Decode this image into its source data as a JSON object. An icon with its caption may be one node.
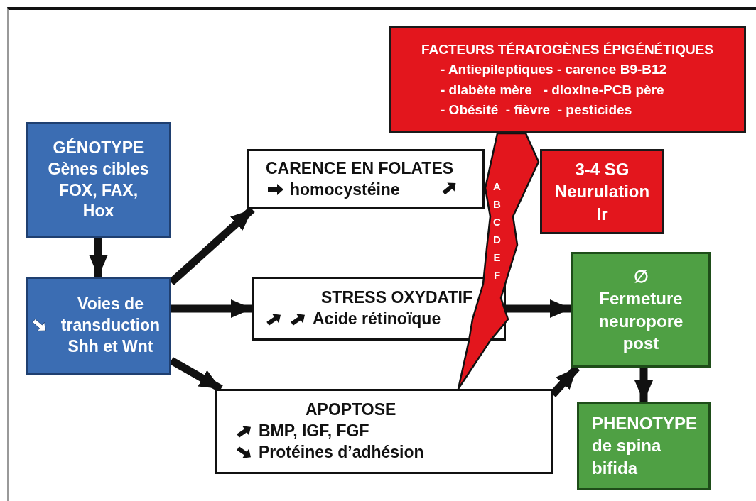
{
  "diagram": {
    "nodes": [
      {
        "text": [
          "FACTEURS TÉRATOGÈNES ÉPIGÉNÉTIQUES",
          "- Antiepileptiques - carence B9-B12",
          "- diabète mère   - dioxine-PCB père",
          "- Obésité  - fièvre  - pesticides"
        ]
      },
      {
        "text": [
          "GÉNOTYPE",
          "Gènes cibles FOX, FAX, Hox"
        ]
      },
      {
        "text": [
          "CARENCE EN FOLATES",
          "homocystéine"
        ]
      },
      {
        "text": [
          "3-4 SG Neurulation Ir"
        ]
      },
      {
        "text": [
          "A B C D E F"
        ]
      },
      {
        "text": [
          "Voies de transduction Shh et Wnt"
        ]
      },
      {
        "text": [
          "STRESS OXYDATIF",
          "Acide rétinoïque"
        ]
      },
      {
        "text": [
          "∅",
          "Fermeture neuropore post"
        ]
      },
      {
        "text": [
          "APOPTOSE",
          "BMP, IGF, FGF",
          "Protéines d’adhésion"
        ]
      },
      {
        "text": [
          "PHENOTYPE",
          "de spina bifida"
        ]
      }
    ],
    "edges": [
      {
        "from": 1,
        "to": 5,
        "arrow": "to"
      },
      {
        "from": 5,
        "to": 2,
        "arrow": "to"
      },
      {
        "from": 5,
        "to": 6,
        "arrow": "to"
      },
      {
        "from": 5,
        "to": 8,
        "arrow": "to"
      },
      {
        "from": 6,
        "to": 7,
        "arrow": "to"
      },
      {
        "from": 8,
        "to": 7,
        "arrow": "to"
      },
      {
        "from": 7,
        "to": 9,
        "arrow": "to"
      }
    ]
  }
}
